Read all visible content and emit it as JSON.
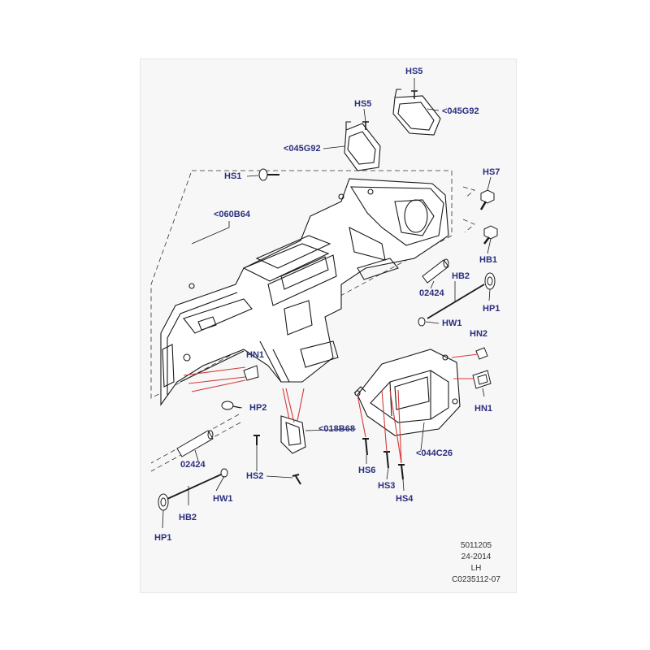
{
  "callouts": {
    "hs5_top": "HS5",
    "g92_top": "<045G92",
    "hs5_mid": "HS5",
    "g92_mid": "<045G92",
    "hs1": "HS1",
    "hs7": "HS7",
    "b64": "<060B64",
    "hb1": "HB1",
    "x02424_right": "02424",
    "hb2_right": "HB2",
    "hp1_right": "HP1",
    "hw1_right": "HW1",
    "hn2": "HN2",
    "hn1_left": "HN1",
    "hp2": "HP2",
    "hn1_right": "HN1",
    "b68": "<018B68",
    "c26": "<044C26",
    "x02424_left": "02424",
    "hs6": "HS6",
    "hs2": "HS2",
    "hs3": "HS3",
    "hs4": "HS4",
    "hw1_left": "HW1",
    "hb2_left": "HB2",
    "hp1_left": "HP1"
  },
  "reference": {
    "code": "5011205",
    "date": "24-2014",
    "side": "LH",
    "drawing": "C0235112-07"
  },
  "colors": {
    "label": "#2b2f7e",
    "leader_red": "#d43a3a",
    "line": "#1a1a1a"
  }
}
